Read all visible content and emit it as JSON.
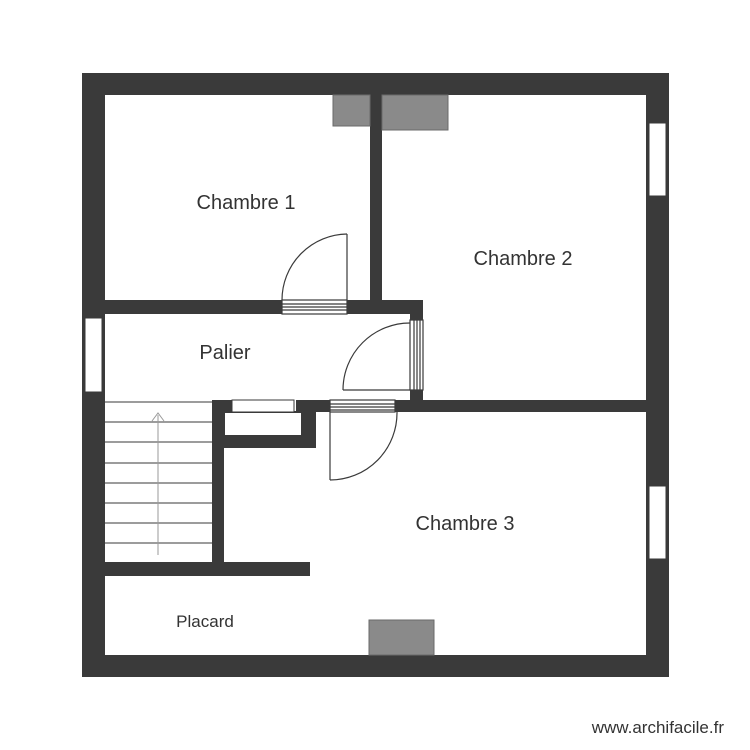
{
  "colors": {
    "wall": "#3a3a3a",
    "fixture": "#8a8a8a",
    "window_fill": "#ffffff",
    "text": "#333333",
    "stair_line": "#9a9a9a"
  },
  "rooms": {
    "chambre_1": "Chambre 1",
    "chambre_2": "Chambre 2",
    "chambre_3": "Chambre 3",
    "palier": "Palier",
    "placard": "Placard"
  },
  "footer": {
    "watermark": "www.archifacile.fr"
  }
}
